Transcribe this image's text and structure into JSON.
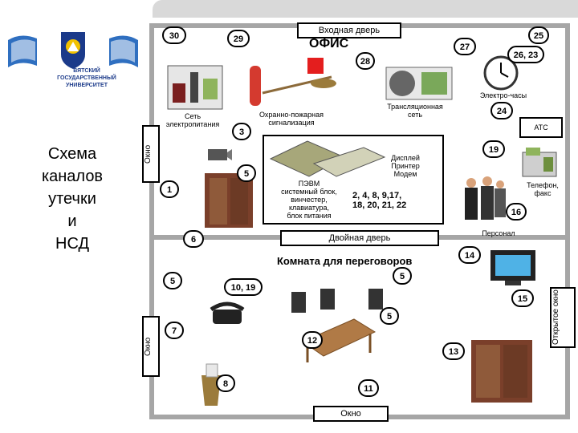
{
  "slide_title": "Схема\nканалов\nутечки\nи\nНСД",
  "university": "ВЯТСКИЙ\nГОСУДАРСТВЕННЫЙ\nУНИВЕРСИТЕТ",
  "rooms": {
    "entrance_door": "Входная дверь",
    "office": "ОФИС",
    "double_door": "Двойная дверь",
    "meeting_room": "Комната для переговоров",
    "bottom_window": "Окно",
    "left_window_top": "Окно",
    "left_window_bottom": "Окно",
    "open_window": "Открытое окно"
  },
  "captions": {
    "power": "Сеть\nэлектропитания",
    "alarm": "Охранно-пожарная\nсигнализация",
    "broadcast": "Трансляционная\nсеть",
    "clock": "Электро-часы",
    "ats": "АТС",
    "pc": "ПЭВМ\nсистемный блок,\nвинчестер,\nклавиатура,\nблок питания",
    "display": "Дисплей\nПринтер\nМодем",
    "fax": "Телефон,\nфакс",
    "personnel": "Персонал"
  },
  "bubbles": {
    "b30": "30",
    "b29": "29",
    "b28": "28",
    "b27": "27",
    "b25": "25",
    "b2623": "26, 23",
    "b24": "24",
    "b3": "3",
    "b19": "19",
    "b5a": "5",
    "b1": "1",
    "b16": "16",
    "b6": "6",
    "b14": "14",
    "b5b": "5",
    "b1019": "10, 19",
    "b5c": "5",
    "b15": "15",
    "b7": "7",
    "b5d": "5",
    "b12": "12",
    "b13": "13",
    "b8": "8",
    "b11": "11",
    "pc_channels": "2, 4, 8, 9,17,\n18, 20, 21, 22"
  }
}
